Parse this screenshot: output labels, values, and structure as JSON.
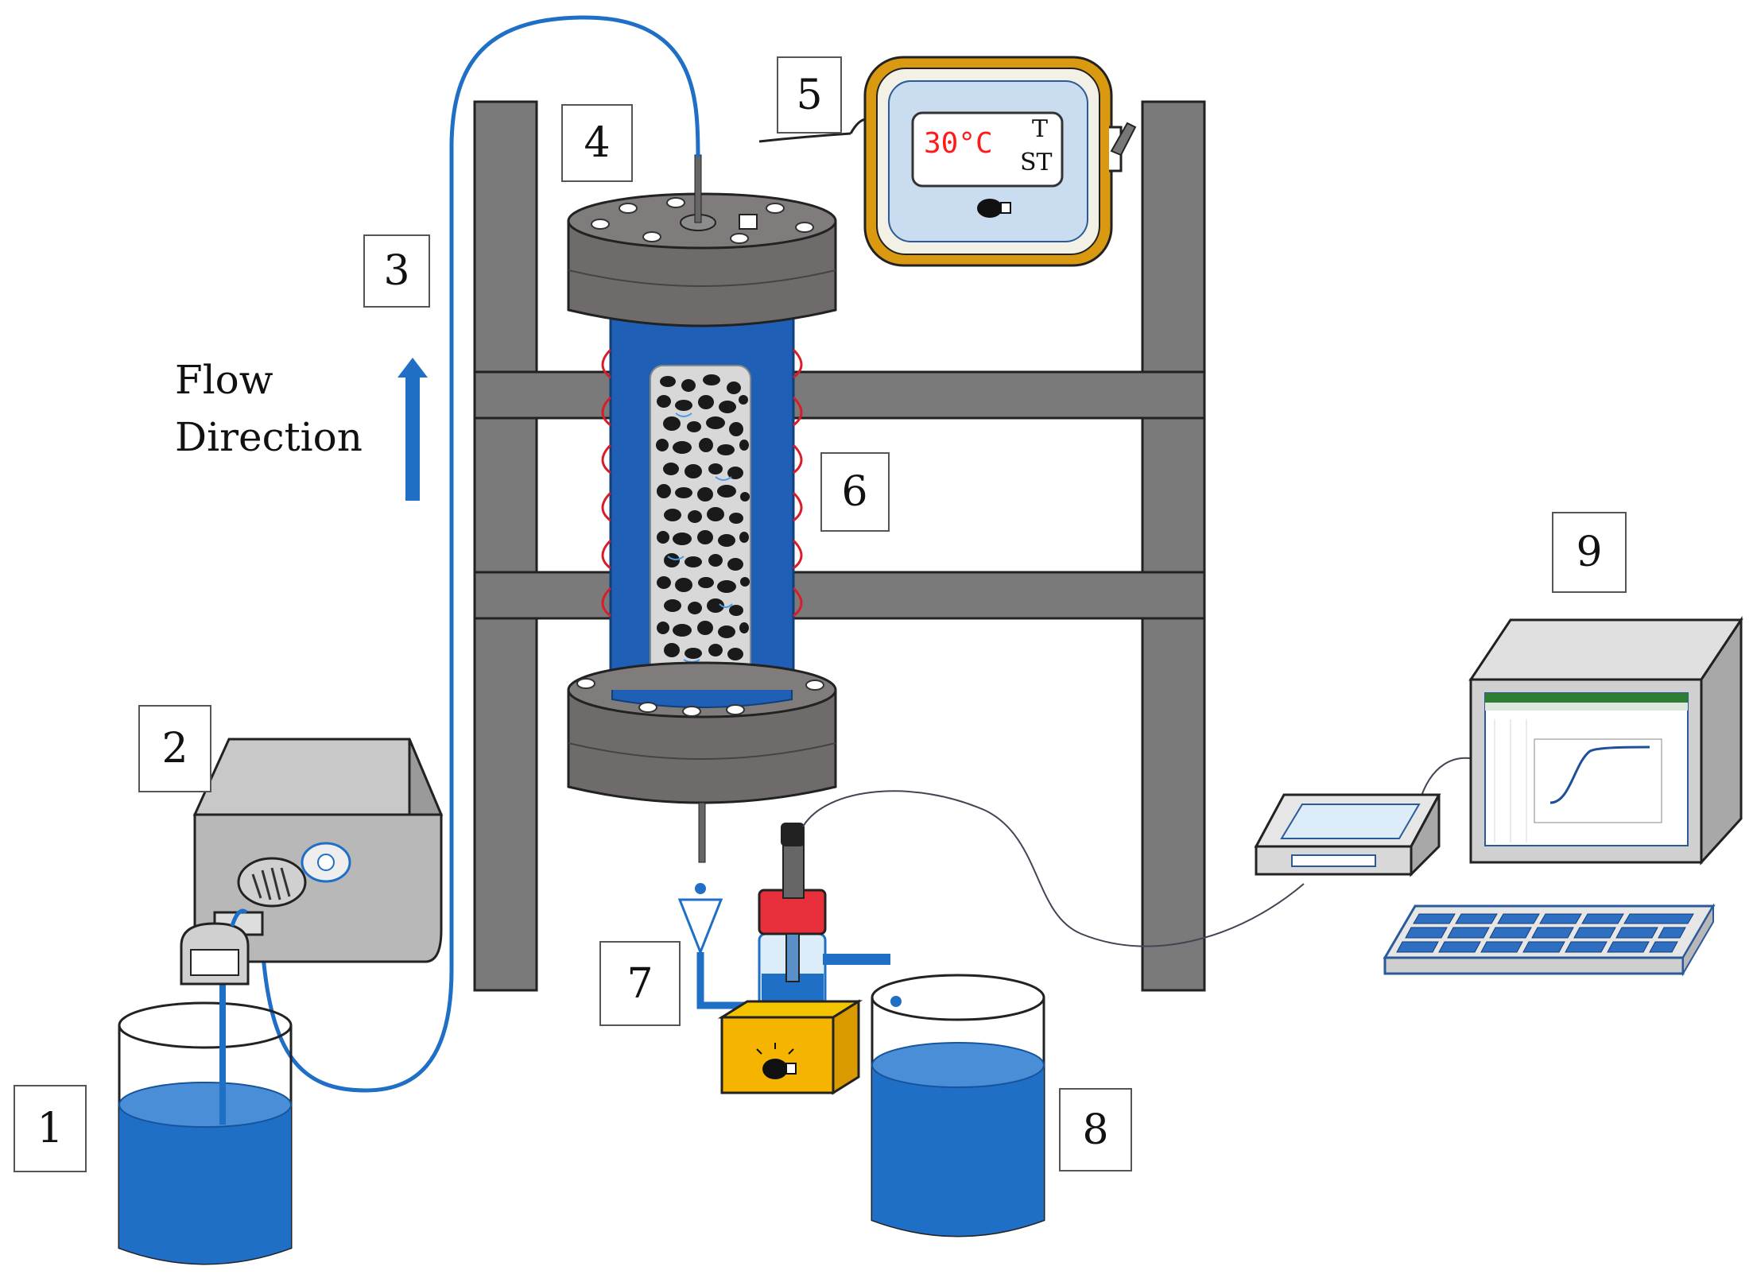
{
  "labels": [
    {
      "id": "1",
      "text": "1"
    },
    {
      "id": "2",
      "text": "2"
    },
    {
      "id": "3",
      "text": "3"
    },
    {
      "id": "4",
      "text": "4"
    },
    {
      "id": "5",
      "text": "5"
    },
    {
      "id": "6",
      "text": "6"
    },
    {
      "id": "7",
      "text": "7"
    },
    {
      "id": "8",
      "text": "8"
    },
    {
      "id": "9",
      "text": "9"
    }
  ],
  "flow": {
    "line1": "Flow",
    "line2": "Direction"
  },
  "thermostat": {
    "temperature": "30°C",
    "mode_top": "T",
    "mode_bottom": "ST",
    "temp_color": "#ff1a1a"
  },
  "colors": {
    "water": "#1f6fc7",
    "water_dark": "#16549b",
    "tube": "#1f6fc7",
    "frame": "#7a7a7a",
    "flange": "#6f6b6b",
    "column": "#1f5fb5",
    "heater_wire": "#d81c2a",
    "thermostat_frame": "#d99a12",
    "sensor_block": "#f5b400",
    "probe_cap": "#e8303c"
  },
  "icons": [
    "beaker-icon",
    "peristaltic-pump-icon",
    "tube-icon",
    "column-icon",
    "thermostat-icon",
    "funnel-icon",
    "sensor-probe-icon",
    "computer-icon",
    "keyboard-icon"
  ]
}
